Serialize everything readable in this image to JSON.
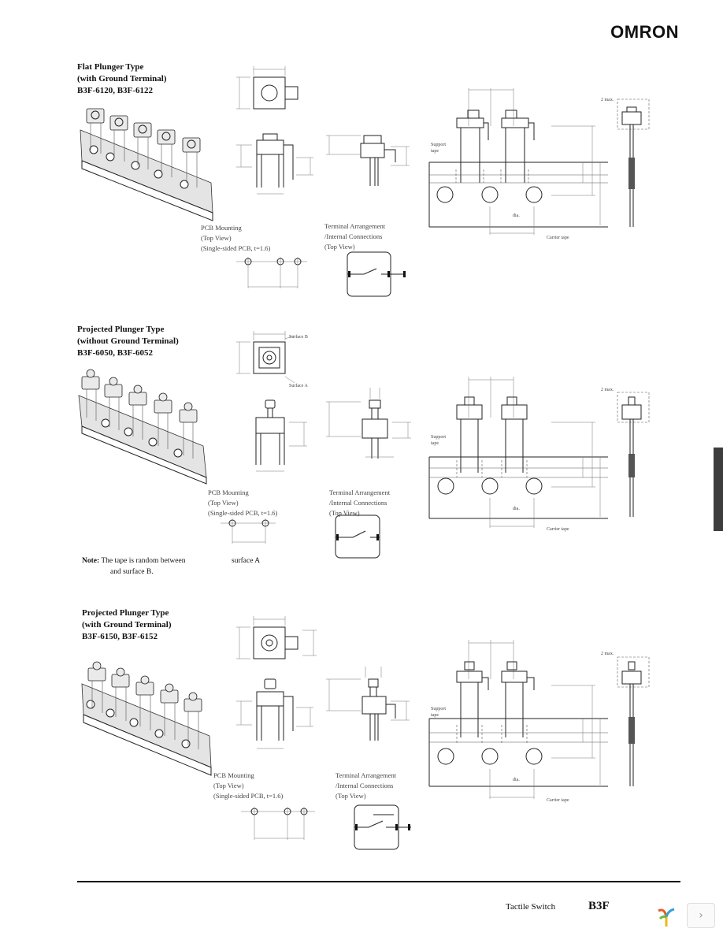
{
  "brand": {
    "logo": "OMRON"
  },
  "sections": [
    {
      "title_lines": [
        "Flat Plunger Type",
        "(with Ground Terminal)",
        "B3F-6120, B3F-6122"
      ],
      "pcb": [
        "PCB Mounting",
        "(Top View)",
        "(Single-sided PCB, t=1.6)"
      ],
      "term": [
        "Terminal Arrangement",
        "/Internal Connections",
        "(Top View)"
      ],
      "support_tape": [
        "Support",
        "tape"
      ],
      "carrier_tape": "Carrier tape",
      "hole_label": "dia.",
      "max_label": "2 max."
    },
    {
      "title_lines": [
        "Projected Plunger Type",
        "(without Ground Terminal)",
        "B3F-6050, B3F-6052"
      ],
      "pcb": [
        "PCB Mounting",
        "(Top View)",
        "(Single-sided PCB, t=1.6)"
      ],
      "term": [
        "Terminal Arrangement",
        "/Internal Connections",
        "(Top View)"
      ],
      "support_tape": [
        "Support",
        "tape"
      ],
      "carrier_tape": "Carrier tape",
      "hole_label": "dia.",
      "max_label": "2 max.",
      "surface_a": "Surface A",
      "surface_b": "Surface B"
    },
    {
      "title_lines": [
        "Projected Plunger Type",
        "(with Ground Terminal)",
        "B3F-6150, B3F-6152"
      ],
      "pcb": [
        "PCB Mounting",
        "(Top View)",
        "(Single-sided PCB, t=1.6)"
      ],
      "term": [
        "Terminal Arrangement",
        "/Internal Connections",
        "(Top View)"
      ],
      "support_tape": [
        "Support",
        "tape"
      ],
      "carrier_tape": "Carrier tape",
      "hole_label": "dia.",
      "max_label": "2 max."
    }
  ],
  "note": {
    "label": "Note:",
    "text1": "The tape is random between",
    "text2": "surface A",
    "text3": "and surface B."
  },
  "footer": {
    "product": "Tactile Switch",
    "model": "B3F",
    "next_icon": "chevron-right-icon"
  }
}
